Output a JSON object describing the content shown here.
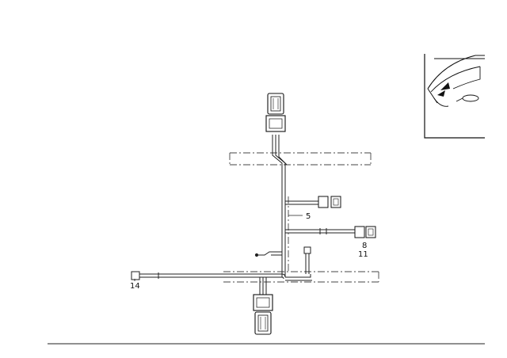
{
  "diagram": {
    "callouts": {
      "c5": "5",
      "c8": "8",
      "c11": "11",
      "c14": "14"
    },
    "colors": {
      "ink": "#111111",
      "line": "#222222",
      "dash": "#444444",
      "background": "#ffffff"
    },
    "icons": [
      "connector-icon",
      "plug-icon",
      "vehicle-locator-icon",
      "arrow-icon"
    ]
  }
}
